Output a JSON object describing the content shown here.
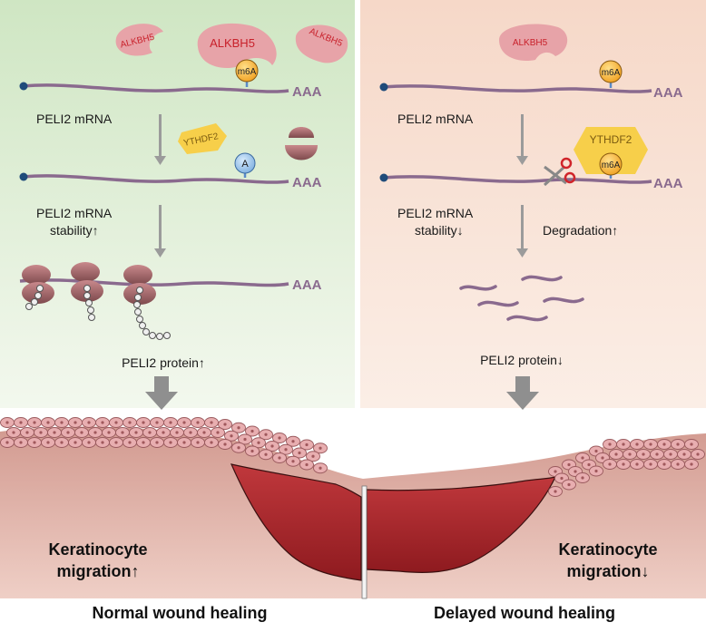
{
  "colors": {
    "left_panel_top": "#cfe6c3",
    "left_panel_bottom": "#f3f8ee",
    "right_panel_top": "#f6d8c8",
    "right_panel_bottom": "#fbeee6",
    "mrna": "#8a6a8e",
    "enzyme": "#e7a3a8",
    "enzyme_text": "#c8202a",
    "m6a_orange": "#f5a623",
    "ythdf2_yellow": "#f7cf4a",
    "ribosome": "#a86a6e",
    "arrow_gray": "#9b9b9b",
    "tissue": "#d9a39a",
    "wound": "#b3282d",
    "cell": "#e8aeb0"
  },
  "left": {
    "enzyme_labels": [
      "ALKBH5",
      "ALKBH5",
      "ALKBH5"
    ],
    "m6a_label": "m6A",
    "a_label": "A",
    "ythdf2_label": "YTHDF2",
    "polyA": [
      "AAA",
      "AAA",
      "AAA"
    ],
    "mrna_label": "PELI2 mRNA",
    "stability_line1": "PELI2 mRNA",
    "stability_line2": "stability↑",
    "protein_label": "PELI2 protein↑",
    "migration_line1": "Keratinocyte",
    "migration_line2": "migration↑",
    "caption": "Normal wound healing"
  },
  "right": {
    "enzyme_label": "ALKBH5",
    "m6a_labels": [
      "m6A",
      "m6A"
    ],
    "ythdf2_label": "YTHDF2",
    "polyA": [
      "AAA",
      "AAA"
    ],
    "mrna_label": "PELI2 mRNA",
    "stability_line1": "PELI2 mRNA",
    "stability_line2": "stability↓",
    "degradation_label": "Degradation↑",
    "protein_label": "PELI2 protein↓",
    "migration_line1": "Keratinocyte",
    "migration_line2": "migration↓",
    "caption": "Delayed wound healing"
  }
}
